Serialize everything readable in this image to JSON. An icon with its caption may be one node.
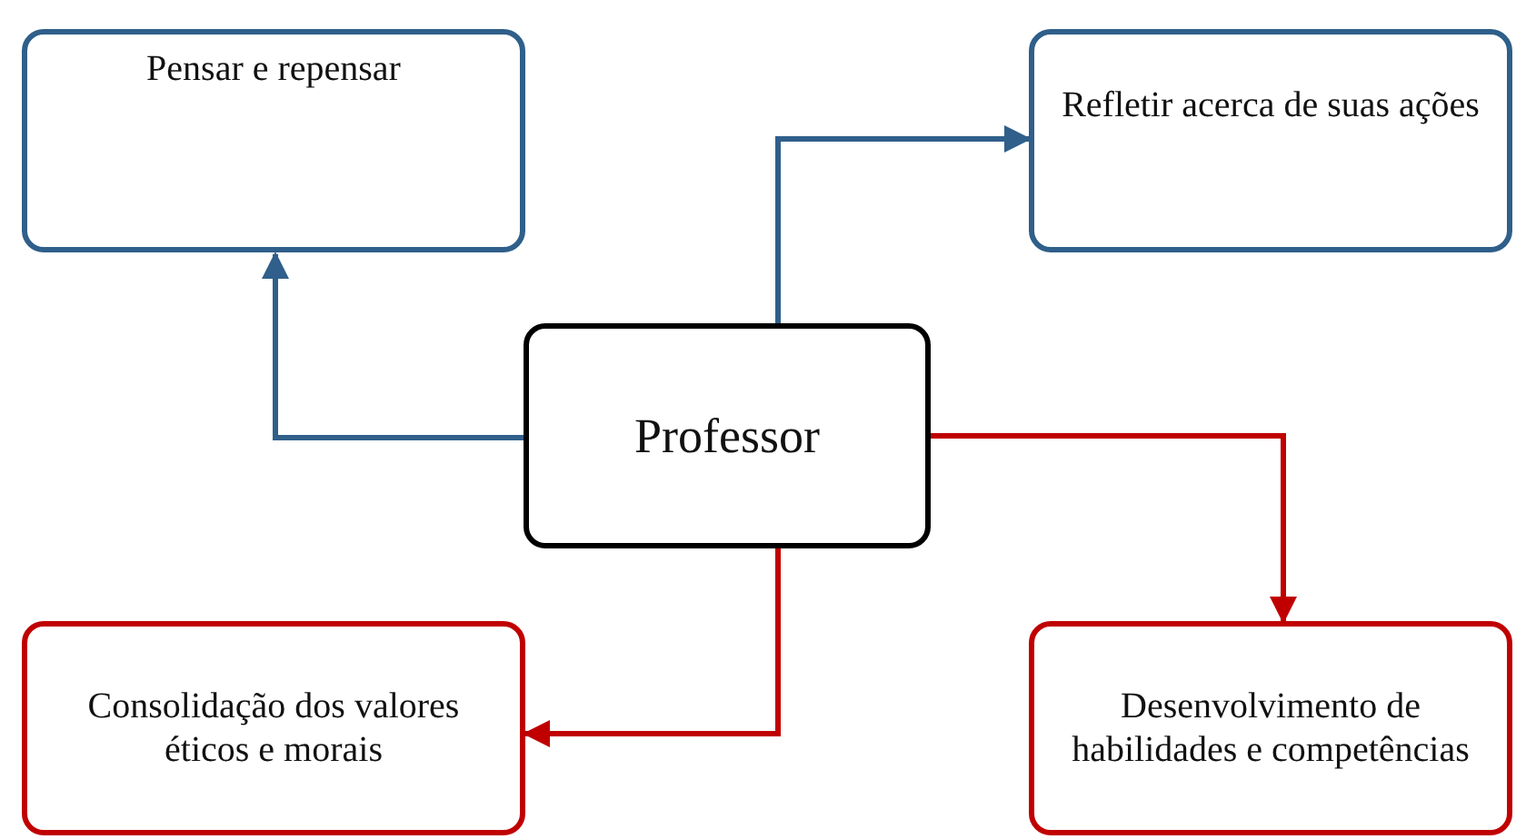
{
  "diagram": {
    "nodes": [
      {
        "text": [
          "Professor"
        ]
      },
      {
        "text": [
          "Pensar e repensar"
        ]
      },
      {
        "text": [
          "Refletir acerca de suas ações"
        ]
      },
      {
        "text": [
          "Consolidação dos valores éticos e morais"
        ]
      },
      {
        "text": [
          "Desenvolvimento de habilidades e competências"
        ]
      }
    ],
    "edges": [
      {
        "from": 0,
        "to": 1,
        "arrow": "to",
        "color": "#2f5f8a"
      },
      {
        "from": 0,
        "to": 2,
        "arrow": "to",
        "color": "#2f5f8a"
      },
      {
        "from": 0,
        "to": 3,
        "arrow": "to",
        "color": "#c00000"
      },
      {
        "from": 0,
        "to": 4,
        "arrow": "to",
        "color": "#c00000"
      }
    ]
  }
}
